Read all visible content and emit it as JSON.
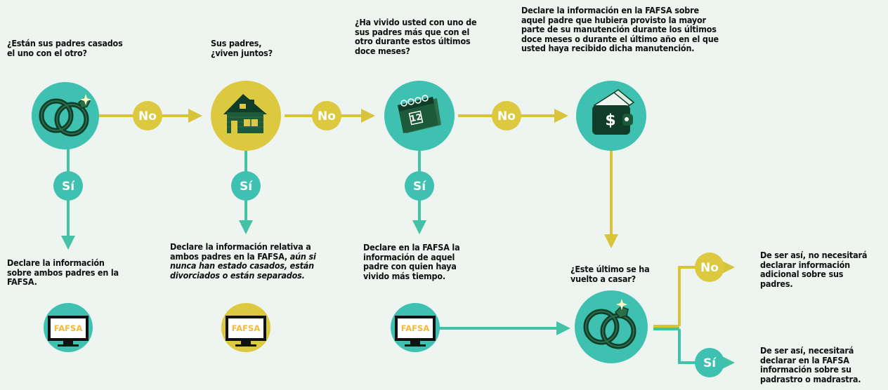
{
  "questions": {
    "q1": "¿Están sus padres casados\nel uno con el otro?",
    "q2": "Sus padres,\n¿viven juntos?",
    "q3": "¿Ha vivido usted con uno de\nsus padres más que con el\notro durante estos últimos\ndoce meses?",
    "q4": "Declare la información en la FAFSA sobre\naquel padre que hubiera provisto la mayor\nparte de su manutención durante los últimos\ndoce meses o durante el último año en el que\nusted haya recibido dicha manutención.",
    "q5": "¿Este último se ha\nvuelto a casar?"
  },
  "answers": {
    "a1": "Declare la información\nsobre ambos padres en la\nFAFSA.",
    "a2_plain": "Declare la información relativa a\nambos padres en la FAFSA, ",
    "a2_italic": "aún si\nnunca han estado casados, están\ndivorciados o están separados.",
    "a3": "Declare en la FAFSA la\ninformación de aquel\npadre con quien haya\nvivido más tiempo.",
    "a_no": "De ser así, no necesitará\ndeclarar información\nadicional sobre sus\npadres.",
    "a_si": "De ser así, necesitará\ndeclarar en la FAFSA\ninformación sobre su\npadrastro o madrastra."
  },
  "labels": {
    "no": "No",
    "yes": "Sí"
  },
  "monitor_text": "FAFSA",
  "calendar_number": "12",
  "dollar_sign": "$",
  "colors": {
    "teal": "#3ec1b0",
    "teal_arrow": "#44c2a5",
    "yellow": "#ddc93f",
    "yellow_arrow": "#d7c43a",
    "dark_green": "#0f3d2a",
    "mid_green": "#2c6e48",
    "bg": "#eef5f0"
  },
  "icons": [
    "rings-icon",
    "house-icon",
    "calendar-icon",
    "wallet-icon",
    "computer-monitor-icon"
  ]
}
